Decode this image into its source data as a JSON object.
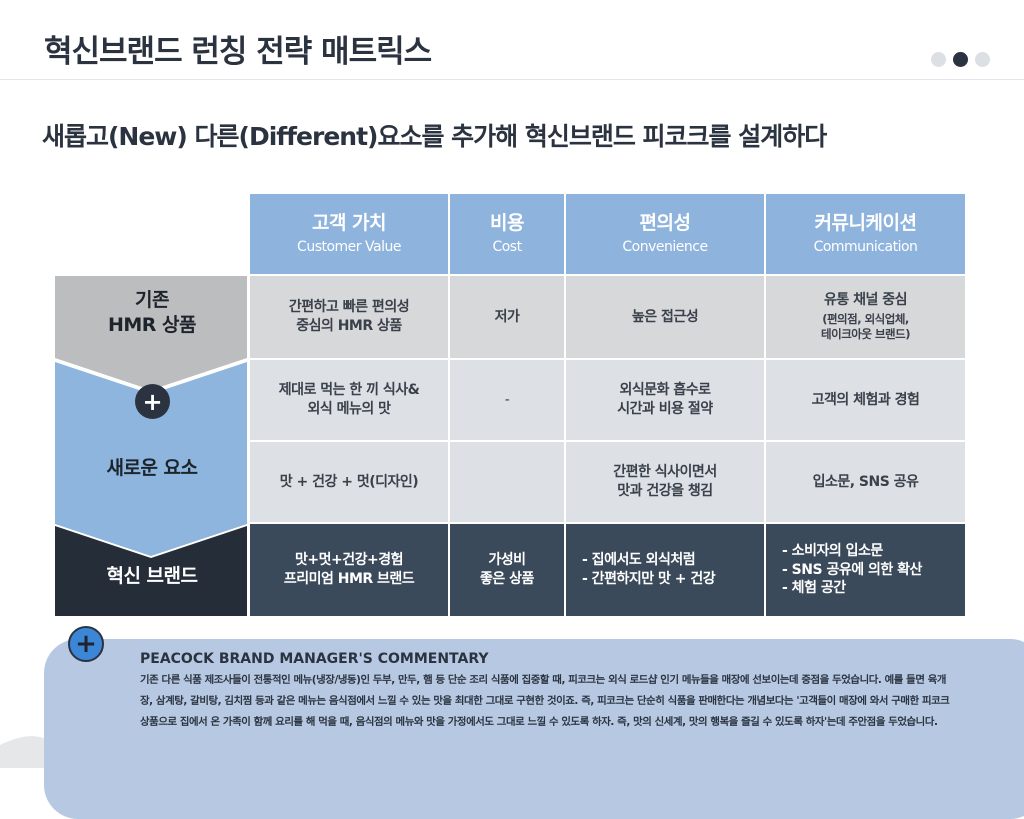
{
  "header": {
    "title": "혁신브랜드 런칭 전략 매트릭스",
    "pager": {
      "count": 3,
      "active_index": 1
    }
  },
  "subtitle": "새롭고(New) 다른(Different)요소를 추가해 혁신브랜드 피코크를 설계하다",
  "matrix": {
    "columns": [
      {
        "ko": "고객 가치",
        "en": "Customer Value"
      },
      {
        "ko": "비용",
        "en": "Cost"
      },
      {
        "ko": "편의성",
        "en": "Convenience"
      },
      {
        "ko": "커뮤니케이션",
        "en": "Communication"
      }
    ],
    "row_labels": {
      "existing": "기존\nHMR 상품",
      "new_elements": "새로운 요소",
      "innovation": "혁신 브랜드"
    },
    "rows": {
      "existing": [
        "간편하고 빠른 편의성\n중심의 HMR 상품",
        "저가",
        "높은 접근성",
        [
          "유통 채널 중심",
          "(편의점, 외식업체,\n테이크아웃 브랜드)"
        ]
      ],
      "new_1": [
        "제대로 먹는 한 끼 식사&\n외식 메뉴의 맛",
        "-",
        "외식문화 흡수로\n시간과 비용 절약",
        "고객의 체험과 경험"
      ],
      "new_2": [
        "맛 + 건강 + 멋(디자인)",
        "",
        "간편한 식사이면서\n맛과 건강을 챙김",
        "입소문, SNS 공유"
      ],
      "innovation": [
        "맛+멋+건강+경험\n프리미엄 HMR 브랜드",
        "가성비\n좋은 상품",
        "- 집에서도 외식처럼\n- 간편하지만 맛 + 건강",
        "- 소비자의 입소문\n- SNS 공유에 의한 확산\n- 체험 공간"
      ]
    },
    "plus_symbol": "+"
  },
  "commentary": {
    "plus_symbol": "+",
    "title": "PEACOCK BRAND MANAGER'S COMMENTARY",
    "body": "기존 다른 식품 제조사들이 전통적인 메뉴(냉장/냉동)인 두부, 만두, 햄 등 단순 조리 식품에 집중할 때, 피코크는 외식 로드샵 인기 메뉴들을 매장에 선보이는데 중점을 두었습니다. 예를 들면 육개장, 삼계탕, 갈비탕, 김치찜 등과 같은 메뉴는 음식점에서 느낄 수 있는 맛을 최대한 그대로 구현한 것이죠. 즉, 피코크는 단순히 식품을 판매한다는 개념보다는 '고객들이 매장에 와서 구매한 피코크 상품으로 집에서 온 가족이 함께 요리를 해 먹을 때, 음식점의 메뉴와 맛을 가정에서도 그대로 느낄 수 있도록 하자. 즉, 맛의 신세계, 맛의 행복을 즐길 수 있도록 하자'는데 주안점을 두었습니다."
  },
  "colors": {
    "header_blue": "#8eb3dd",
    "existing_gray": "#bcbdbf",
    "new_blue": "#8db5de",
    "innovation_dark": "#242d38",
    "innovation_cells": "#3b4a5b",
    "plus_badge": "#3b86d6",
    "commentary_bg": "#b7c9e2"
  }
}
